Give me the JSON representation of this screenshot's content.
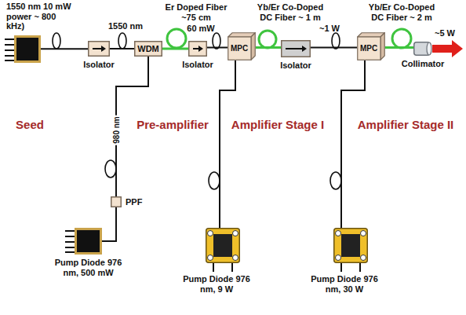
{
  "diagram": {
    "nodes": [
      {
        "text": [
          "1550 nm 10 mW power ~ 800 kHz)"
        ]
      },
      {
        "text": [
          "Isolator"
        ]
      },
      {
        "text": [
          "WDM"
        ]
      },
      {
        "text": [
          "Isolator"
        ]
      },
      {
        "text": [
          "MPC"
        ]
      },
      {
        "text": [
          "Isolator"
        ]
      },
      {
        "text": [
          "MPC"
        ]
      },
      {
        "text": [
          "Collimator"
        ]
      },
      {
        "text": [
          "Pump Diode 976 nm, 500 mW"
        ]
      },
      {
        "text": [
          "PPF"
        ]
      },
      {
        "text": [
          "Pump Diode 976 nm, 9 W"
        ]
      },
      {
        "text": [
          "Pump Diode 976 nm, 30 W"
        ]
      }
    ],
    "edges": [
      {
        "from": 0,
        "to": 1,
        "arrow": "none"
      },
      {
        "from": 1,
        "to": 2,
        "arrow": "none"
      },
      {
        "from": 2,
        "to": 3,
        "arrow": "none"
      },
      {
        "from": 3,
        "to": 4,
        "arrow": "none"
      },
      {
        "from": 4,
        "to": 5,
        "arrow": "none"
      },
      {
        "from": 5,
        "to": 6,
        "arrow": "none"
      },
      {
        "from": 6,
        "to": 7,
        "arrow": "none"
      },
      {
        "from": 8,
        "to": 9,
        "arrow": "none"
      },
      {
        "from": 9,
        "to": 2,
        "label": "980 nm",
        "arrow": "none"
      },
      {
        "from": 10,
        "to": 4,
        "arrow": "none"
      },
      {
        "from": 11,
        "to": 6,
        "arrow": "none"
      }
    ],
    "labels": [
      "1550 nm",
      "Er Doped Fiber ~75 cm",
      "60 mW",
      "Yb/Er Co-Doped DC Fiber ~ 1 m",
      "~1 W",
      "Yb/Er Co-Doped DC Fiber ~ 2 m",
      "~5 W",
      "Seed",
      "Pre-amplifier",
      "Amplifier Stage I",
      "Amplifier Stage II"
    ]
  }
}
